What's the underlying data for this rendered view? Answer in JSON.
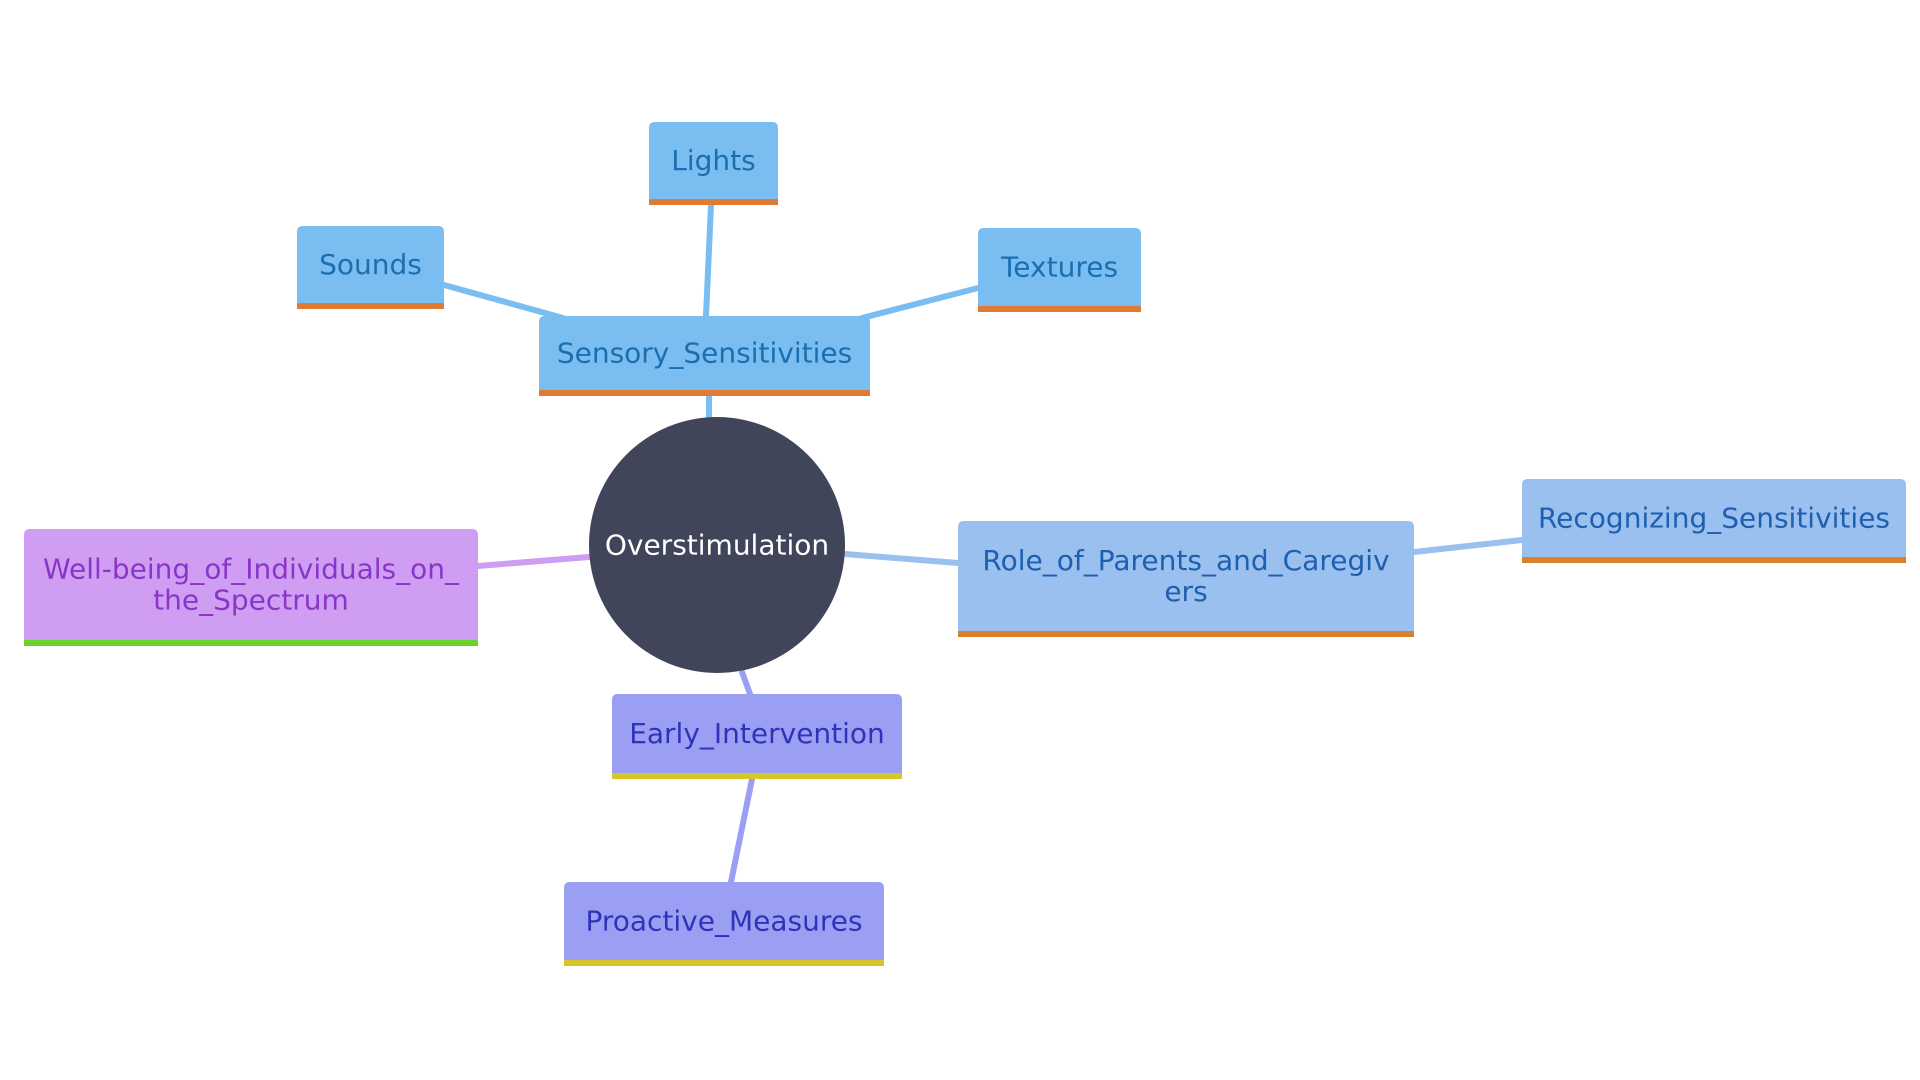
{
  "diagram": {
    "type": "mindmap",
    "root": {
      "label": "Overstimulation",
      "fill": "#414559",
      "text_color": "#ffffff"
    },
    "branches": [
      {
        "id": "sensory",
        "label": "Sensory_Sensitivities",
        "fill": "#7abdf0",
        "text_color": "#1a6fb0",
        "underline": "#e07b35",
        "edge_color": "#7abdf0",
        "children": [
          {
            "id": "sounds",
            "label": "Sounds"
          },
          {
            "id": "lights",
            "label": "Lights"
          },
          {
            "id": "textures",
            "label": "Textures"
          }
        ]
      },
      {
        "id": "parents",
        "label": "Role_of_Parents_and_Caregivers",
        "label_lines": [
          "Role_of_Parents_and_Caregiv",
          "ers"
        ],
        "fill": "#99c0ef",
        "text_color": "#1f5fb0",
        "underline": "#d9822b",
        "edge_color": "#99c0ef",
        "children": [
          {
            "id": "recognizing",
            "label": "Recognizing_Sensitivities"
          }
        ]
      },
      {
        "id": "early",
        "label": "Early_Intervention",
        "fill": "#9b9ff4",
        "text_color": "#3033b8",
        "underline": "#d7c62a",
        "edge_color": "#9b9ff4",
        "children": [
          {
            "id": "proactive",
            "label": "Proactive_Measures"
          }
        ]
      },
      {
        "id": "wellbeing",
        "label": "Well-being_of_Individuals_on_the_Spectrum",
        "label_lines": [
          "Well-being_of_Individuals_on_",
          "the_Spectrum"
        ],
        "fill": "#cf9ef2",
        "text_color": "#8a35c9",
        "underline": "#6bd02c",
        "edge_color": "#cf9ef2",
        "children": []
      }
    ]
  }
}
